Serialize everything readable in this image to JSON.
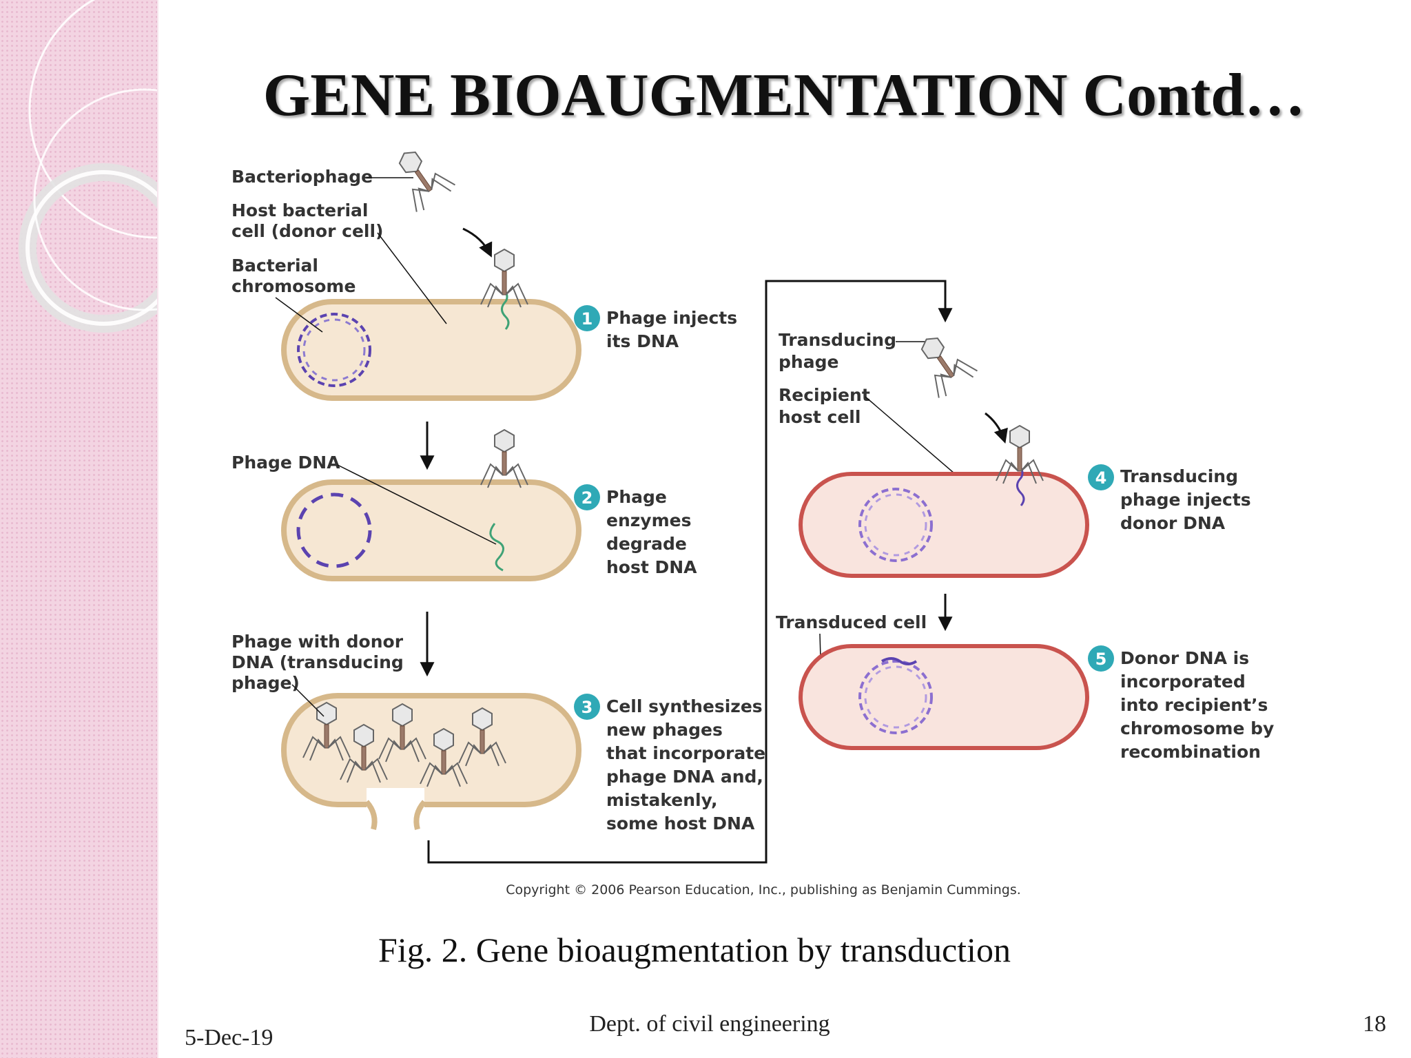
{
  "slide": {
    "title": "GENE BIOAUGMENTATION Contd…",
    "caption": "Fig. 2. Gene bioaugmentation by transduction",
    "footer_date": "5-Dec-19",
    "footer_dept": "Dept. of civil engineering",
    "page_number": "18"
  },
  "diagram": {
    "labels": {
      "bacteriophage": "Bacteriophage",
      "host_cell_1": "Host bacterial",
      "host_cell_2": "cell (donor cell)",
      "bact_chrom_1": "Bacterial",
      "bact_chrom_2": "chromosome",
      "phage_dna": "Phage DNA",
      "phage_donor_1": "Phage with donor",
      "phage_donor_2": "DNA (transducing",
      "phage_donor_3": "phage)",
      "transducing_phage_1": "Transducing",
      "transducing_phage_2": "phage",
      "recipient_1": "Recipient",
      "recipient_2": "host cell",
      "transduced_cell": "Transduced cell"
    },
    "steps": [
      {
        "number": "1",
        "lines": [
          "Phage injects",
          "its DNA"
        ]
      },
      {
        "number": "2",
        "lines": [
          "Phage",
          "enzymes",
          "degrade",
          "host DNA"
        ]
      },
      {
        "number": "3",
        "lines": [
          "Cell synthesizes",
          "new phages",
          "that incorporate",
          "phage DNA and,",
          "mistakenly,",
          "some host DNA"
        ]
      },
      {
        "number": "4",
        "lines": [
          "Transducing",
          "phage injects",
          "donor DNA"
        ]
      },
      {
        "number": "5",
        "lines": [
          "Donor DNA is",
          "incorporated",
          "into recipient’s",
          "chromosome by",
          "recombination"
        ]
      }
    ],
    "copyright": "Copyright © 2006 Pearson Education, Inc., publishing as Benjamin Cummings.",
    "colors": {
      "donor_cell_fill": "#f6e7d3",
      "donor_cell_stroke": "#d6b88a",
      "recipient_cell_fill": "#f9e4de",
      "recipient_cell_stroke": "#c9534e",
      "bacterial_dna": "#5b43b0",
      "phage_dna": "#3fa276",
      "step_badge": "#2fa9b6"
    }
  }
}
